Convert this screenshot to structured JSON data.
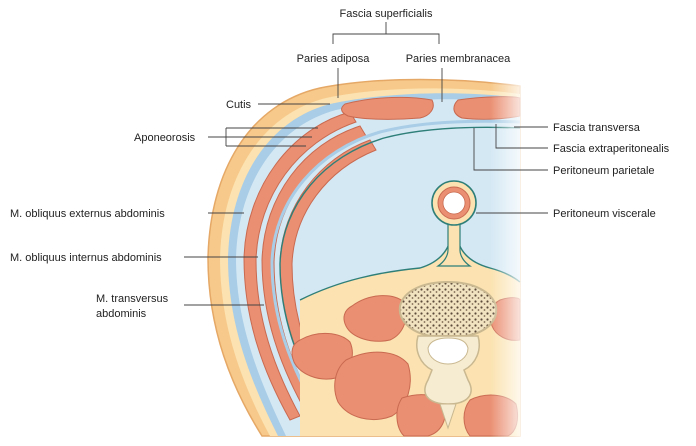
{
  "labels": {
    "fascia_superficialis": "Fascia superficialis",
    "paries_adiposa": "Paries adiposa",
    "paries_membranacea": "Paries membranacea",
    "cutis": "Cutis",
    "aponeorosis": "Aponeorosis",
    "fascia_transversa": "Fascia transversa",
    "fascia_extraperitonealis": "Fascia extraperitonealis",
    "peritoneum_parietale": "Peritoneum parietale",
    "peritoneum viscerale": "Peritoneum viscerale",
    "m_obliquus_externus": "M. obliquus externus abdominis",
    "m_obliquus_internus": "M. obliquus internus abdominis",
    "m_transversus_line1": "M. transversus",
    "m_transversus_line2": "abdominis"
  },
  "colors": {
    "skin": "#f7c98a",
    "skin_edge": "#e5a866",
    "subcutaneous_fat": "#fbe2b0",
    "fascia": "#a9cde6",
    "fascia_light": "#d4e8f4",
    "muscle": "#ea8f72",
    "muscle_edge": "#c96a50",
    "bone_spongy": "#f1e3c0",
    "bone_dots": "#5c4a3a",
    "bone_outer": "#f6ecd2",
    "peritoneum": "#2f7f79"
  }
}
